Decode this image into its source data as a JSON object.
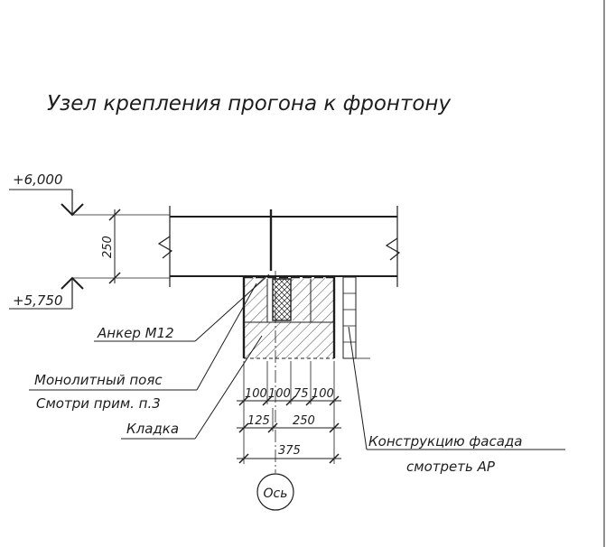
{
  "title": "Узел крепления прогона к фронтону",
  "levels": {
    "top": "+6,000",
    "bottom": "+5,750"
  },
  "dimensions": {
    "height": "250",
    "row1": [
      "100",
      "100",
      "75",
      "100"
    ],
    "row2": [
      "125",
      "250"
    ],
    "row3": "375"
  },
  "callouts": {
    "anchor": "Анкер М12",
    "belt_line1": "Монолитный пояс",
    "belt_line2": "Смотри прим. п.3",
    "masonry": "Кладка",
    "facade_line1": "Конструкцию фасада",
    "facade_line2": "смотреть АР"
  },
  "axis": "Ось",
  "colors": {
    "ink": "#1e1e1e",
    "paper": "#ffffff"
  }
}
